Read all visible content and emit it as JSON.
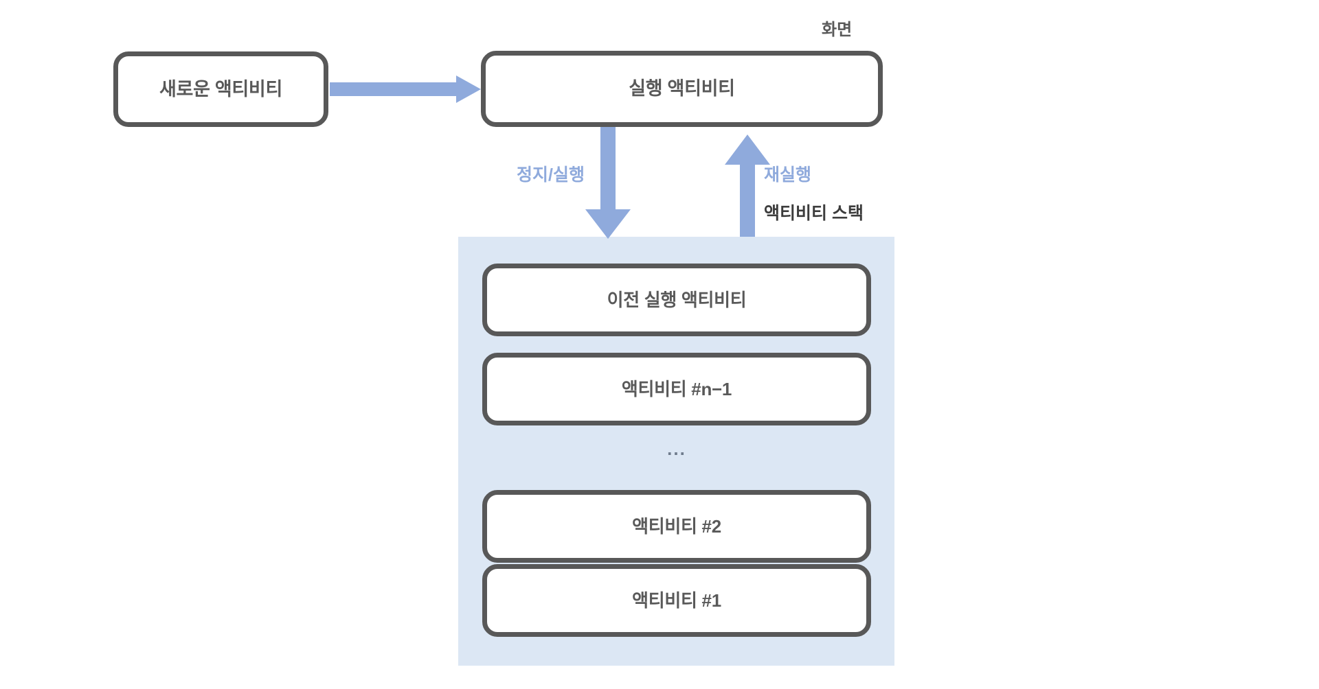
{
  "diagram": {
    "title_context": "Android Activity lifecycle / back-stack diagram",
    "colors": {
      "box_border": "#585858",
      "box_fill": "#ffffff",
      "box_text": "#595959",
      "arrow": "#8faadc",
      "accent_label": "#8faadc",
      "stack_background": "#dce7f4",
      "plain_label": "#3c3c3c",
      "page_background": "#ffffff"
    },
    "labels": {
      "screen": "화면",
      "stop_run": "정지/실행",
      "restart": "재실행",
      "stack_name": "액티비티 스택"
    },
    "top_nodes": [
      {
        "id": "new-activity",
        "label": "새로운 액티비티"
      },
      {
        "id": "running-activity",
        "label": "실행 액티비티"
      }
    ],
    "stack": {
      "ellipsis": "...",
      "items": [
        {
          "id": "previous-running-activity",
          "label": "이전 실행 액티비티"
        },
        {
          "id": "activity-n-minus-1",
          "label": "액티비티 #n−1"
        },
        {
          "id": "activity-2",
          "label": "액티비티 #2"
        },
        {
          "id": "activity-1",
          "label": "액티비티 #1"
        }
      ]
    },
    "arrows": [
      {
        "id": "new-to-running",
        "direction": "right",
        "label": ""
      },
      {
        "id": "running-to-stack",
        "direction": "down",
        "label": "정지/실행"
      },
      {
        "id": "stack-to-running",
        "direction": "up",
        "label": "재실행"
      }
    ]
  }
}
